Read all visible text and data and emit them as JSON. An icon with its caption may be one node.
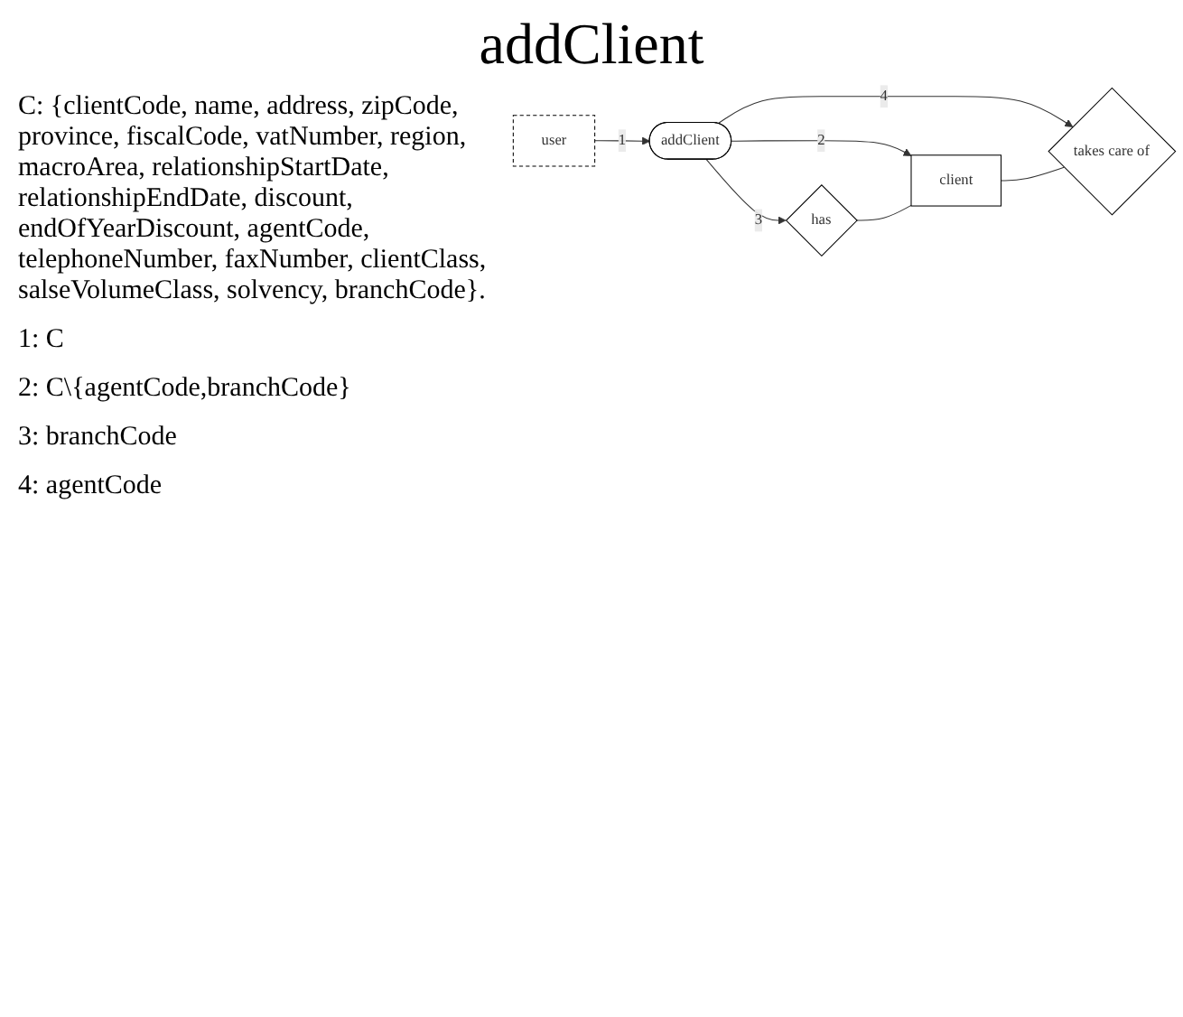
{
  "diagram": {
    "title": "addClient",
    "nodes": [
      {
        "text": [
          "user"
        ]
      },
      {
        "text": [
          "addClient"
        ]
      },
      {
        "text": [
          "has"
        ]
      },
      {
        "text": [
          "client"
        ]
      },
      {
        "text": [
          "takes care of"
        ]
      }
    ],
    "edges": [
      {
        "from": 0,
        "to": 1,
        "arrow": "to",
        "label": "1"
      },
      {
        "from": 1,
        "to": 2,
        "arrow": "to",
        "label": "3"
      },
      {
        "from": 1,
        "to": 3,
        "arrow": "to",
        "label": "2"
      },
      {
        "from": 1,
        "to": 4,
        "arrow": "to",
        "label": "4"
      },
      {
        "from": 2,
        "to": 3,
        "arrow": "none"
      },
      {
        "from": 3,
        "to": 4,
        "arrow": "none"
      }
    ],
    "labels": [
      "C: {clientCode, name, address, zipCode, province, fiscalCode, vatNumber, region, macroArea, relationshipStartDate, relationshipEndDate, discount, endOfYearDiscount, agentCode, telephoneNumber, faxNumber, clientClass, salseVolumeClass, solvency, branchCode}.",
      "1: C",
      "2: C\\{agentCode,branchCode}",
      "3: branchCode",
      "4: agentCode"
    ]
  }
}
